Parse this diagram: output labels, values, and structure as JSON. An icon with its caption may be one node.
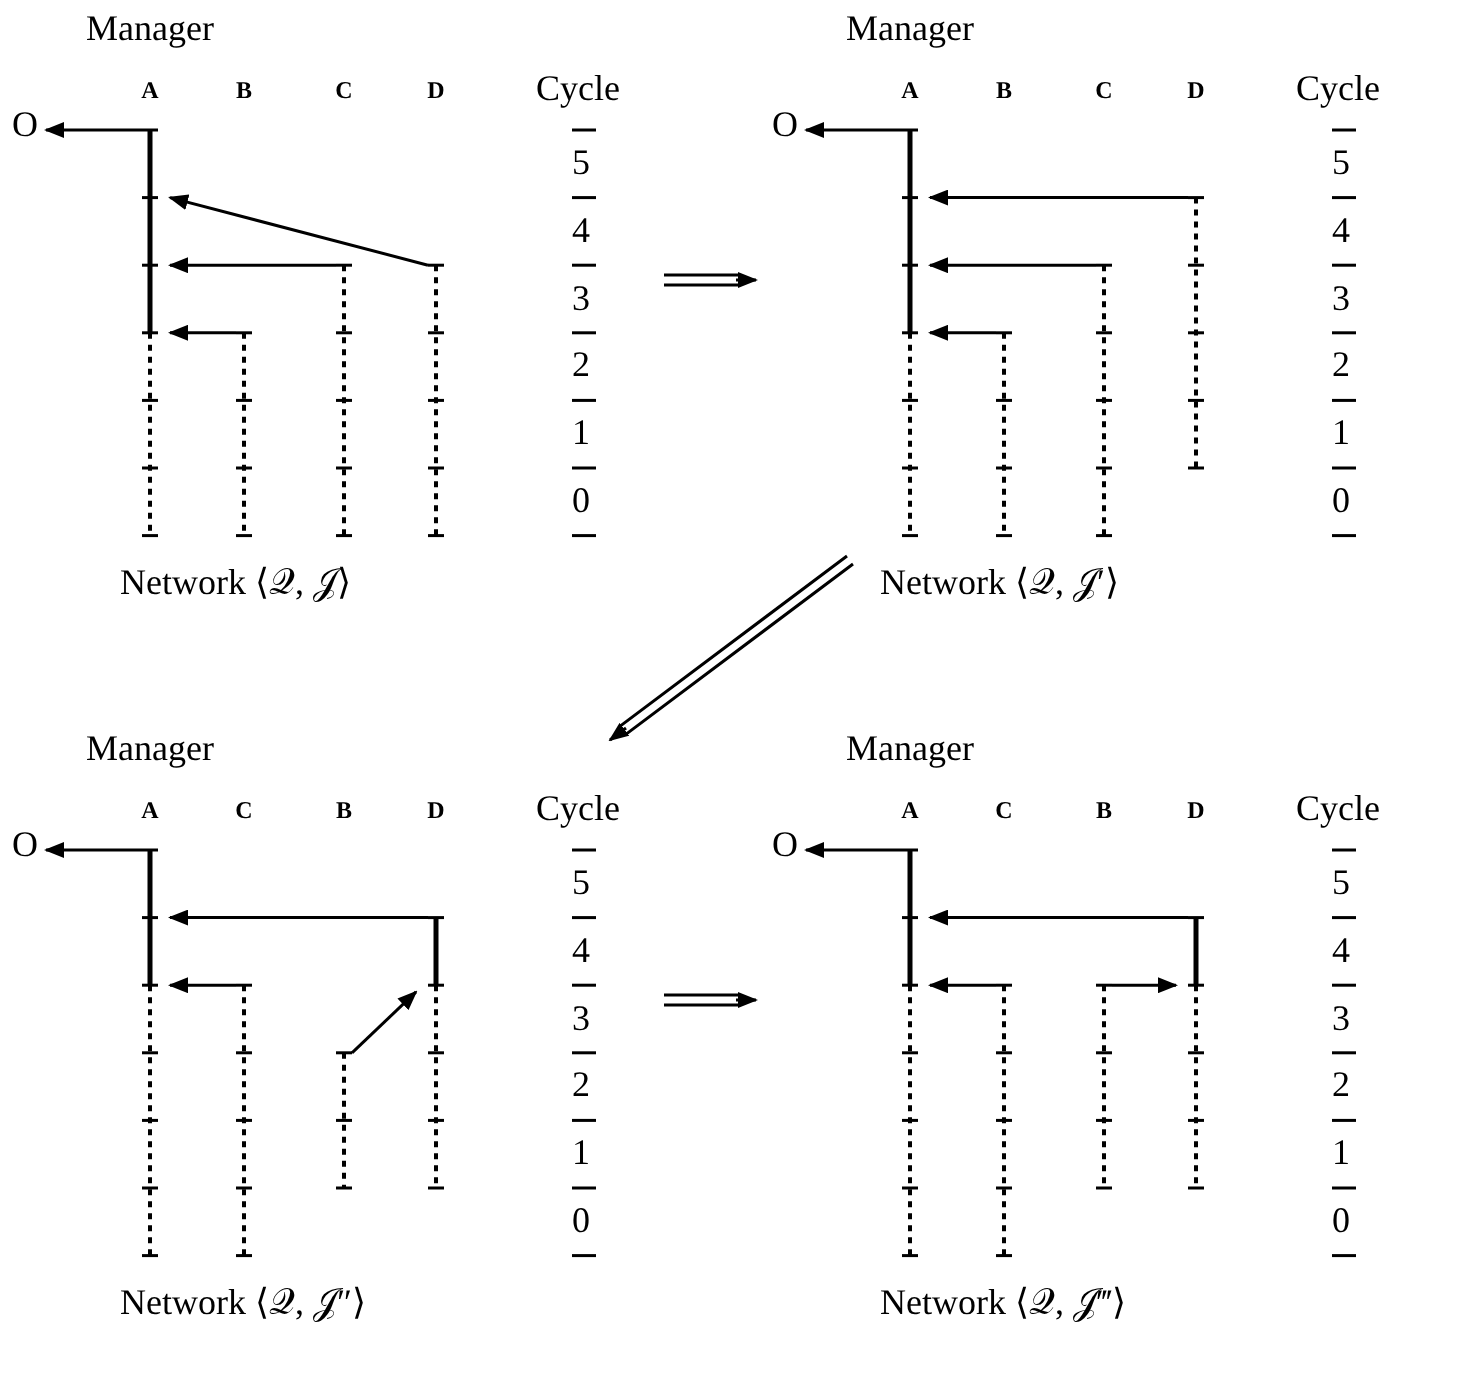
{
  "diagram": {
    "nodes": [
      {
        "text": [
          "Network ⟨𝒬, 𝒥⟩"
        ]
      },
      {
        "text": [
          "O"
        ],
        "in": 0
      },
      {
        "text": [
          "A"
        ],
        "beside": [
          "Manager"
        ],
        "in": 0
      },
      {
        "text": [
          "B"
        ],
        "in": 0
      },
      {
        "text": [
          "C"
        ],
        "in": 0
      },
      {
        "text": [
          "D"
        ],
        "in": 0
      },
      {
        "text": [
          "Network ⟨𝒬, 𝒥′⟩"
        ]
      },
      {
        "text": [
          "O"
        ],
        "in": 6
      },
      {
        "text": [
          "A"
        ],
        "beside": [
          "Manager"
        ],
        "in": 6
      },
      {
        "text": [
          "B"
        ],
        "in": 6
      },
      {
        "text": [
          "C"
        ],
        "in": 6
      },
      {
        "text": [
          "D"
        ],
        "in": 6
      },
      {
        "text": [
          "Network ⟨𝒬, 𝒥″⟩"
        ]
      },
      {
        "text": [
          "O"
        ],
        "in": 12
      },
      {
        "text": [
          "A"
        ],
        "beside": [
          "Manager"
        ],
        "in": 12
      },
      {
        "text": [
          "C"
        ],
        "in": 12
      },
      {
        "text": [
          "B"
        ],
        "in": 12
      },
      {
        "text": [
          "D"
        ],
        "in": 12
      },
      {
        "text": [
          "Network ⟨𝒬, 𝒥‴⟩"
        ]
      },
      {
        "text": [
          "O"
        ],
        "in": 18
      },
      {
        "text": [
          "A"
        ],
        "beside": [
          "Manager"
        ],
        "in": 18
      },
      {
        "text": [
          "C"
        ],
        "in": 18
      },
      {
        "text": [
          "B"
        ],
        "in": 18
      },
      {
        "text": [
          "D"
        ],
        "in": 18
      }
    ],
    "edges": [
      {
        "from": 2,
        "to": 1,
        "arrow": "to"
      },
      {
        "from": 5,
        "to": 2,
        "arrow": "to"
      },
      {
        "from": 4,
        "to": 2,
        "arrow": "to"
      },
      {
        "from": 3,
        "to": 2,
        "arrow": "to"
      },
      {
        "from": 0,
        "to": 6,
        "arrow": "to"
      },
      {
        "from": 8,
        "to": 7,
        "arrow": "to"
      },
      {
        "from": 11,
        "to": 8,
        "arrow": "to"
      },
      {
        "from": 10,
        "to": 8,
        "arrow": "to"
      },
      {
        "from": 9,
        "to": 8,
        "arrow": "to"
      },
      {
        "from": 6,
        "to": 12,
        "arrow": "to"
      },
      {
        "from": 14,
        "to": 13,
        "arrow": "to"
      },
      {
        "from": 17,
        "to": 14,
        "arrow": "to"
      },
      {
        "from": 15,
        "to": 14,
        "arrow": "to"
      },
      {
        "from": 16,
        "to": 17,
        "arrow": "to"
      },
      {
        "from": 12,
        "to": 18,
        "arrow": "to"
      },
      {
        "from": 20,
        "to": 19,
        "arrow": "to"
      },
      {
        "from": 23,
        "to": 20,
        "arrow": "to"
      },
      {
        "from": 21,
        "to": 20,
        "arrow": "to"
      },
      {
        "from": 22,
        "to": 23,
        "arrow": "to"
      }
    ],
    "labels": [
      "Cycle",
      "5",
      "4",
      "3",
      "2",
      "1",
      "0",
      "Cycle",
      "5",
      "4",
      "3",
      "2",
      "1",
      "0",
      "Cycle",
      "5",
      "4",
      "3",
      "2",
      "1",
      "0",
      "Cycle",
      "5",
      "4",
      "3",
      "2",
      "1",
      "0"
    ]
  }
}
